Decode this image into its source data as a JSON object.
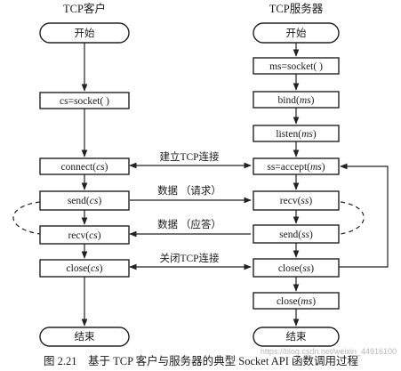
{
  "headers": {
    "client": "TCP客户",
    "server": "TCP服务器"
  },
  "client": {
    "start": "开始",
    "socket": "cs=socket( )",
    "connect_prefix": "connect(",
    "connect_arg": "cs",
    "connect_suffix": ")",
    "send_prefix": "send(",
    "send_arg": "cs",
    "send_suffix": ")",
    "recv_prefix": "recv(",
    "recv_arg": "cs",
    "recv_suffix": ")",
    "close_prefix": "close(",
    "close_arg": "cs",
    "close_suffix": ")",
    "end": "结束"
  },
  "server": {
    "start": "开始",
    "socket": "ms=socket( )",
    "bind_prefix": "bind(",
    "bind_arg": "ms",
    "bind_suffix": ")",
    "listen_prefix": "listen(",
    "listen_arg": "ms",
    "listen_suffix": ")",
    "accept_prefix": "ss=accept(",
    "accept_arg": "ms",
    "accept_suffix": ")",
    "recv_prefix": "recv(",
    "recv_arg": "ss",
    "recv_suffix": ")",
    "send_prefix": "send(",
    "send_arg": "ss",
    "send_suffix": ")",
    "close_ss_prefix": "close(",
    "close_ss_arg": "ss",
    "close_ss_suffix": ")",
    "close_ms_prefix": "close(",
    "close_ms_arg": "ms",
    "close_ms_suffix": ")",
    "end": "结束"
  },
  "messages": {
    "connect": "建立TCP连接",
    "request": "数据 （请求）",
    "response": "数据 （应答）",
    "close": "关闭TCP连接"
  },
  "caption": "图 2.21　基于 TCP 客户与服务器的典型 Socket API 函数调用过程",
  "watermark": "https://blog.csdn.net/weixin_44916100"
}
